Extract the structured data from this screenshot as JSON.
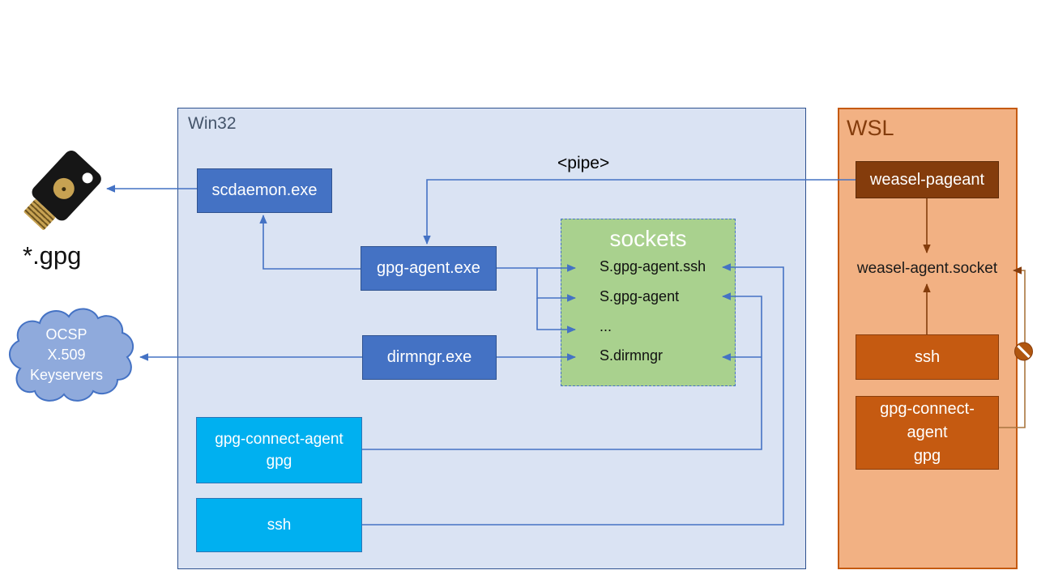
{
  "win32": {
    "label": "Win32",
    "scdaemon": "scdaemon.exe",
    "gpg_agent": "gpg-agent.exe",
    "dirmngr": "dirmngr.exe",
    "gpg_connect": [
      "gpg-connect-agent",
      "gpg"
    ],
    "ssh": "ssh",
    "sockets": {
      "title": "sockets",
      "items": [
        "S.gpg-agent.ssh",
        "S.gpg-agent",
        "...",
        "S.dirmngr"
      ]
    }
  },
  "wsl": {
    "label": "WSL",
    "weasel_pageant": "weasel-pageant",
    "weasel_socket": "weasel-agent.socket",
    "ssh": "ssh",
    "gpg_connect": [
      "gpg-connect-",
      "agent",
      "gpg"
    ]
  },
  "external": {
    "pipe_label": "<pipe>",
    "gpg_files": "*.gpg",
    "cloud": [
      "OCSP",
      "X.509",
      "Keyservers"
    ]
  },
  "icons": {
    "yubikey": "yubikey-usb-security-key",
    "cloud": "keyserver-cloud",
    "no_entry": "no-entry-blocked-sign"
  },
  "colors": {
    "win32_fill": "#DAE3F3",
    "win32_border": "#2F528F",
    "process_blue": "#4472C4",
    "client_cyan": "#00B0F0",
    "sockets_green": "#A9D18E",
    "wsl_fill": "#F2B183",
    "wsl_border": "#C55A11",
    "wsl_dark_box": "#843C0C",
    "wsl_mid_box": "#C55A11",
    "cloud_fill": "#8FAADC",
    "arrow_blue": "#4472C4",
    "arrow_brown": "#843C0C",
    "arrow_tan": "#A9763F"
  }
}
